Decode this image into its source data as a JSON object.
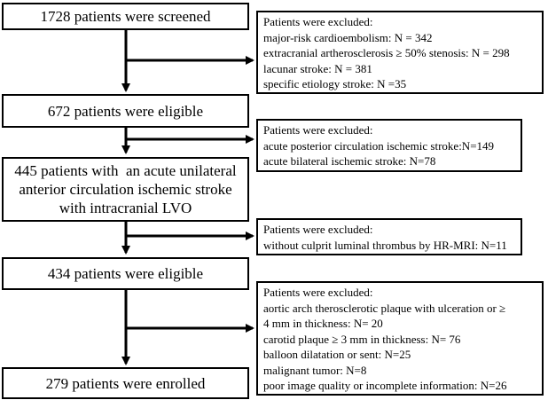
{
  "main_boxes": {
    "screened": "1728 patients were screened",
    "eligible1": "672 patients were eligible",
    "stroke": [
      "445 patients with  an acute unilateral",
      "anterior circulation ischemic stroke",
      "with intracranial LVO"
    ],
    "eligible2": "434 patients were eligible",
    "enrolled": "279 patients were enrolled"
  },
  "exclusions": [
    {
      "title": "Patients were excluded:",
      "lines": [
        "major-risk cardioembolism: N = 342",
        "extracranial artherosclerosis ≥ 50% stenosis: N = 298",
        "lacunar stroke: N = 381",
        "specific etiology stroke: N =35"
      ]
    },
    {
      "title": "Patients were excluded:",
      "lines": [
        "acute posterior circulation ischemic stroke:N=149",
        "acute bilateral ischemic stroke: N=78"
      ]
    },
    {
      "title": "Patients were excluded:",
      "lines": [
        "without culprit luminal thrombus by HR-MRI: N=11"
      ]
    },
    {
      "title": "Patients were excluded:",
      "lines": [
        "aortic arch therosclerotic plaque with ulceration or ≥",
        "4 mm in thickness: N= 20",
        "carotid plaque ≥ 3 mm in thickness: N= 76",
        "balloon dilatation or sent: N=25",
        "malignant tumor: N=8",
        "poor image quality or incomplete information: N=26"
      ]
    }
  ]
}
